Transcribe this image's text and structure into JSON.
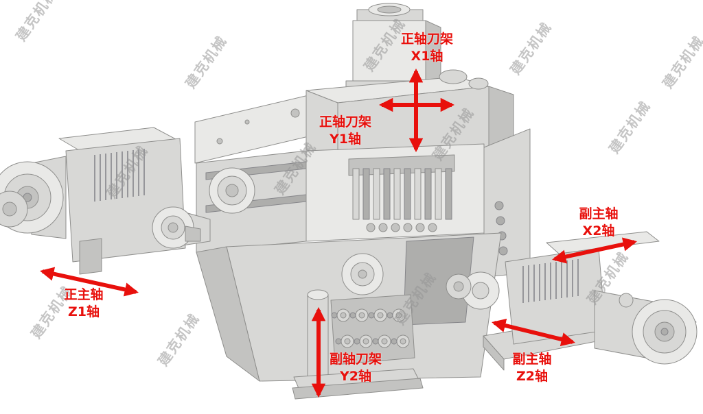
{
  "watermark": {
    "text": "建克机械"
  },
  "colors": {
    "accent": "#e8100c",
    "watermark": "#9a9a9a",
    "machine_body": "#d8d8d6"
  },
  "labels": {
    "x1": {
      "name": "正轴刀架",
      "axis": "X1轴"
    },
    "y1": {
      "name": "正轴刀架",
      "axis": "Y1轴"
    },
    "z1": {
      "name": "正主轴",
      "axis": "Z1轴"
    },
    "x2": {
      "name": "副主轴",
      "axis": "X2轴"
    },
    "y2": {
      "name": "副轴刀架",
      "axis": "Y2轴"
    },
    "z2": {
      "name": "副主轴",
      "axis": "Z2轴"
    }
  }
}
